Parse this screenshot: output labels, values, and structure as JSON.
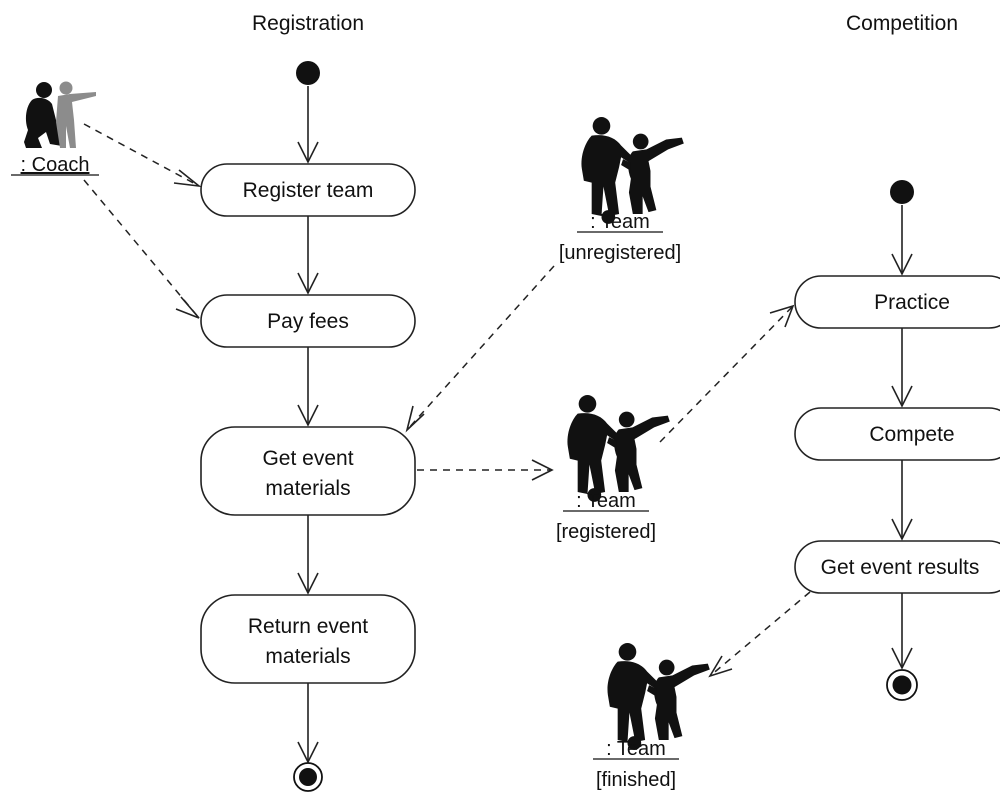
{
  "swimlanes": {
    "registration": "Registration",
    "competition": "Competition"
  },
  "activities": {
    "register_team": "Register team",
    "pay_fees": "Pay fees",
    "get_event_materials": [
      "Get event",
      "materials"
    ],
    "return_event_materials": [
      "Return event",
      "materials"
    ],
    "practice": "Practice",
    "compete": "Compete",
    "get_event_results": "Get event results"
  },
  "objects": {
    "coach": {
      "name": ": Coach",
      "icon": "coach-icon"
    },
    "team_unregistered": {
      "name": ": Team",
      "state": "[unregistered]",
      "icon": "team-icon"
    },
    "team_registered": {
      "name": ": Team",
      "state": "[registered]",
      "icon": "team-icon"
    },
    "team_finished": {
      "name": ": Team",
      "state": "[finished]",
      "icon": "team-icon"
    }
  }
}
